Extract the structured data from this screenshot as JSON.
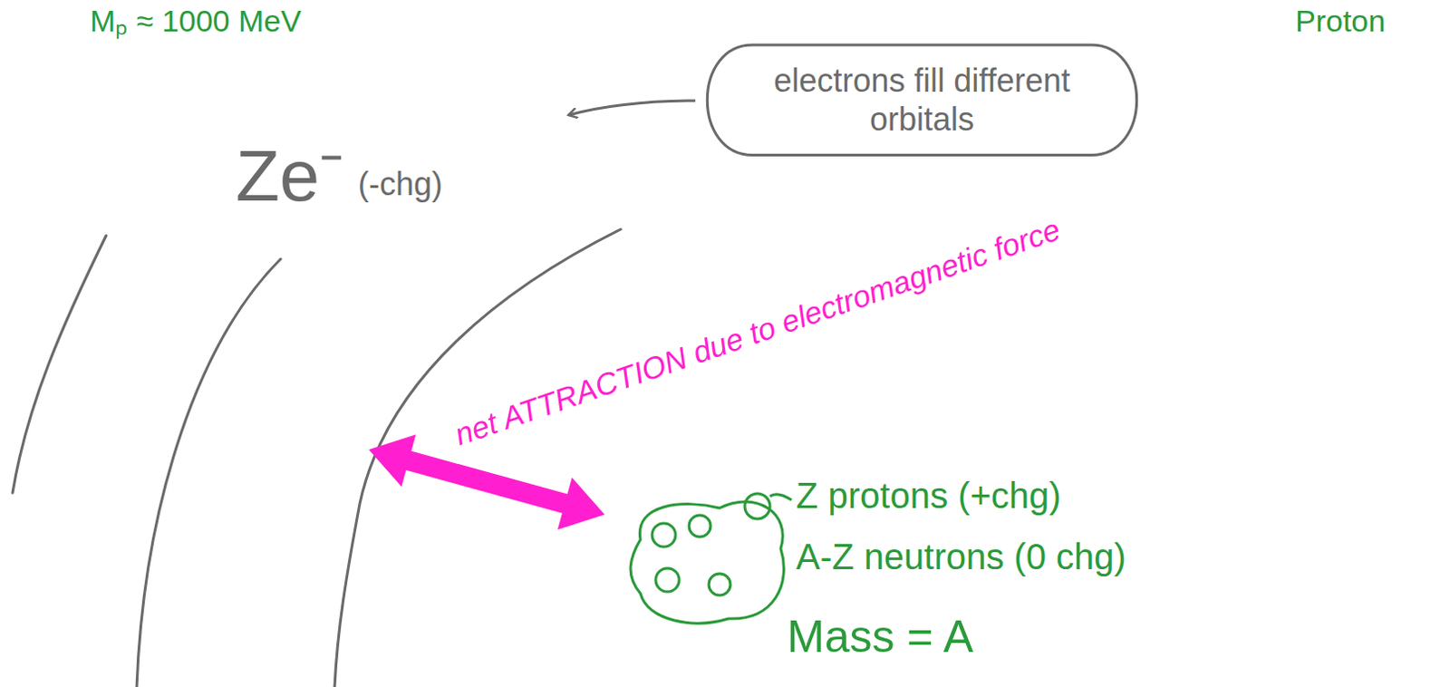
{
  "diagram": {
    "nodes": [
      {
        "text": [
          "electrons fill different orbitals"
        ]
      }
    ],
    "edges": [],
    "labels": [
      "Mₚ ≈ 1000 MeV",
      "Proton",
      "Ze⁻",
      "(-chg)",
      "net ATTRACTION due to electromagnetic force",
      "Z protons (+chg)",
      "A-Z neutrons (0 chg)",
      "Mass = A"
    ]
  }
}
